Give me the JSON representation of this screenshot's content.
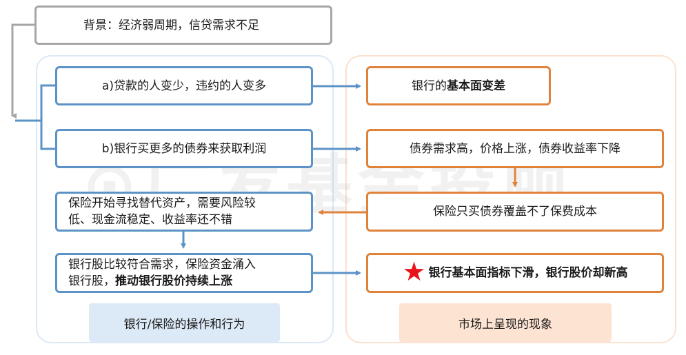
{
  "background_box": {
    "text": "背景：经济弱周期，信贷需求不足"
  },
  "left": {
    "node_a": "a)贷款的人变少，违约的人变多",
    "node_b": "b)银行买更多的债券来获取利润",
    "insurance_line1": "保险开始寻找替代资产，需要风险较",
    "insurance_line2": "低、现金流稳定、收益率还不错",
    "bankstock_line1": "银行股比较符合需求，保险资金涌入",
    "bankstock_line2_plain": "银行股，",
    "bankstock_line2_bold": "推动银行股价持续上涨",
    "panel_label": "银行/保险的操作和行为"
  },
  "right": {
    "fundamentals_plain": "银行的",
    "fundamentals_bold": "基本面变差",
    "bond_demand": "债券需求高，价格上涨，债券收益率下降",
    "insurance_cost": "保险只买债券覆盖不了保费成本",
    "phenomenon_bold": "银行基本面指标下滑，银行股价却新高",
    "star_glyph": "★",
    "panel_label": "市场上呈现的现象"
  },
  "watermark": "⊙广发基金投顾",
  "colors": {
    "grey_border": "#a6a6a6",
    "blue_border": "#5b93c6",
    "orange_border": "#e0823a",
    "left_panel_fill": "#dce9f6",
    "right_panel_fill": "#fde3d2",
    "star": "#e8141b"
  }
}
